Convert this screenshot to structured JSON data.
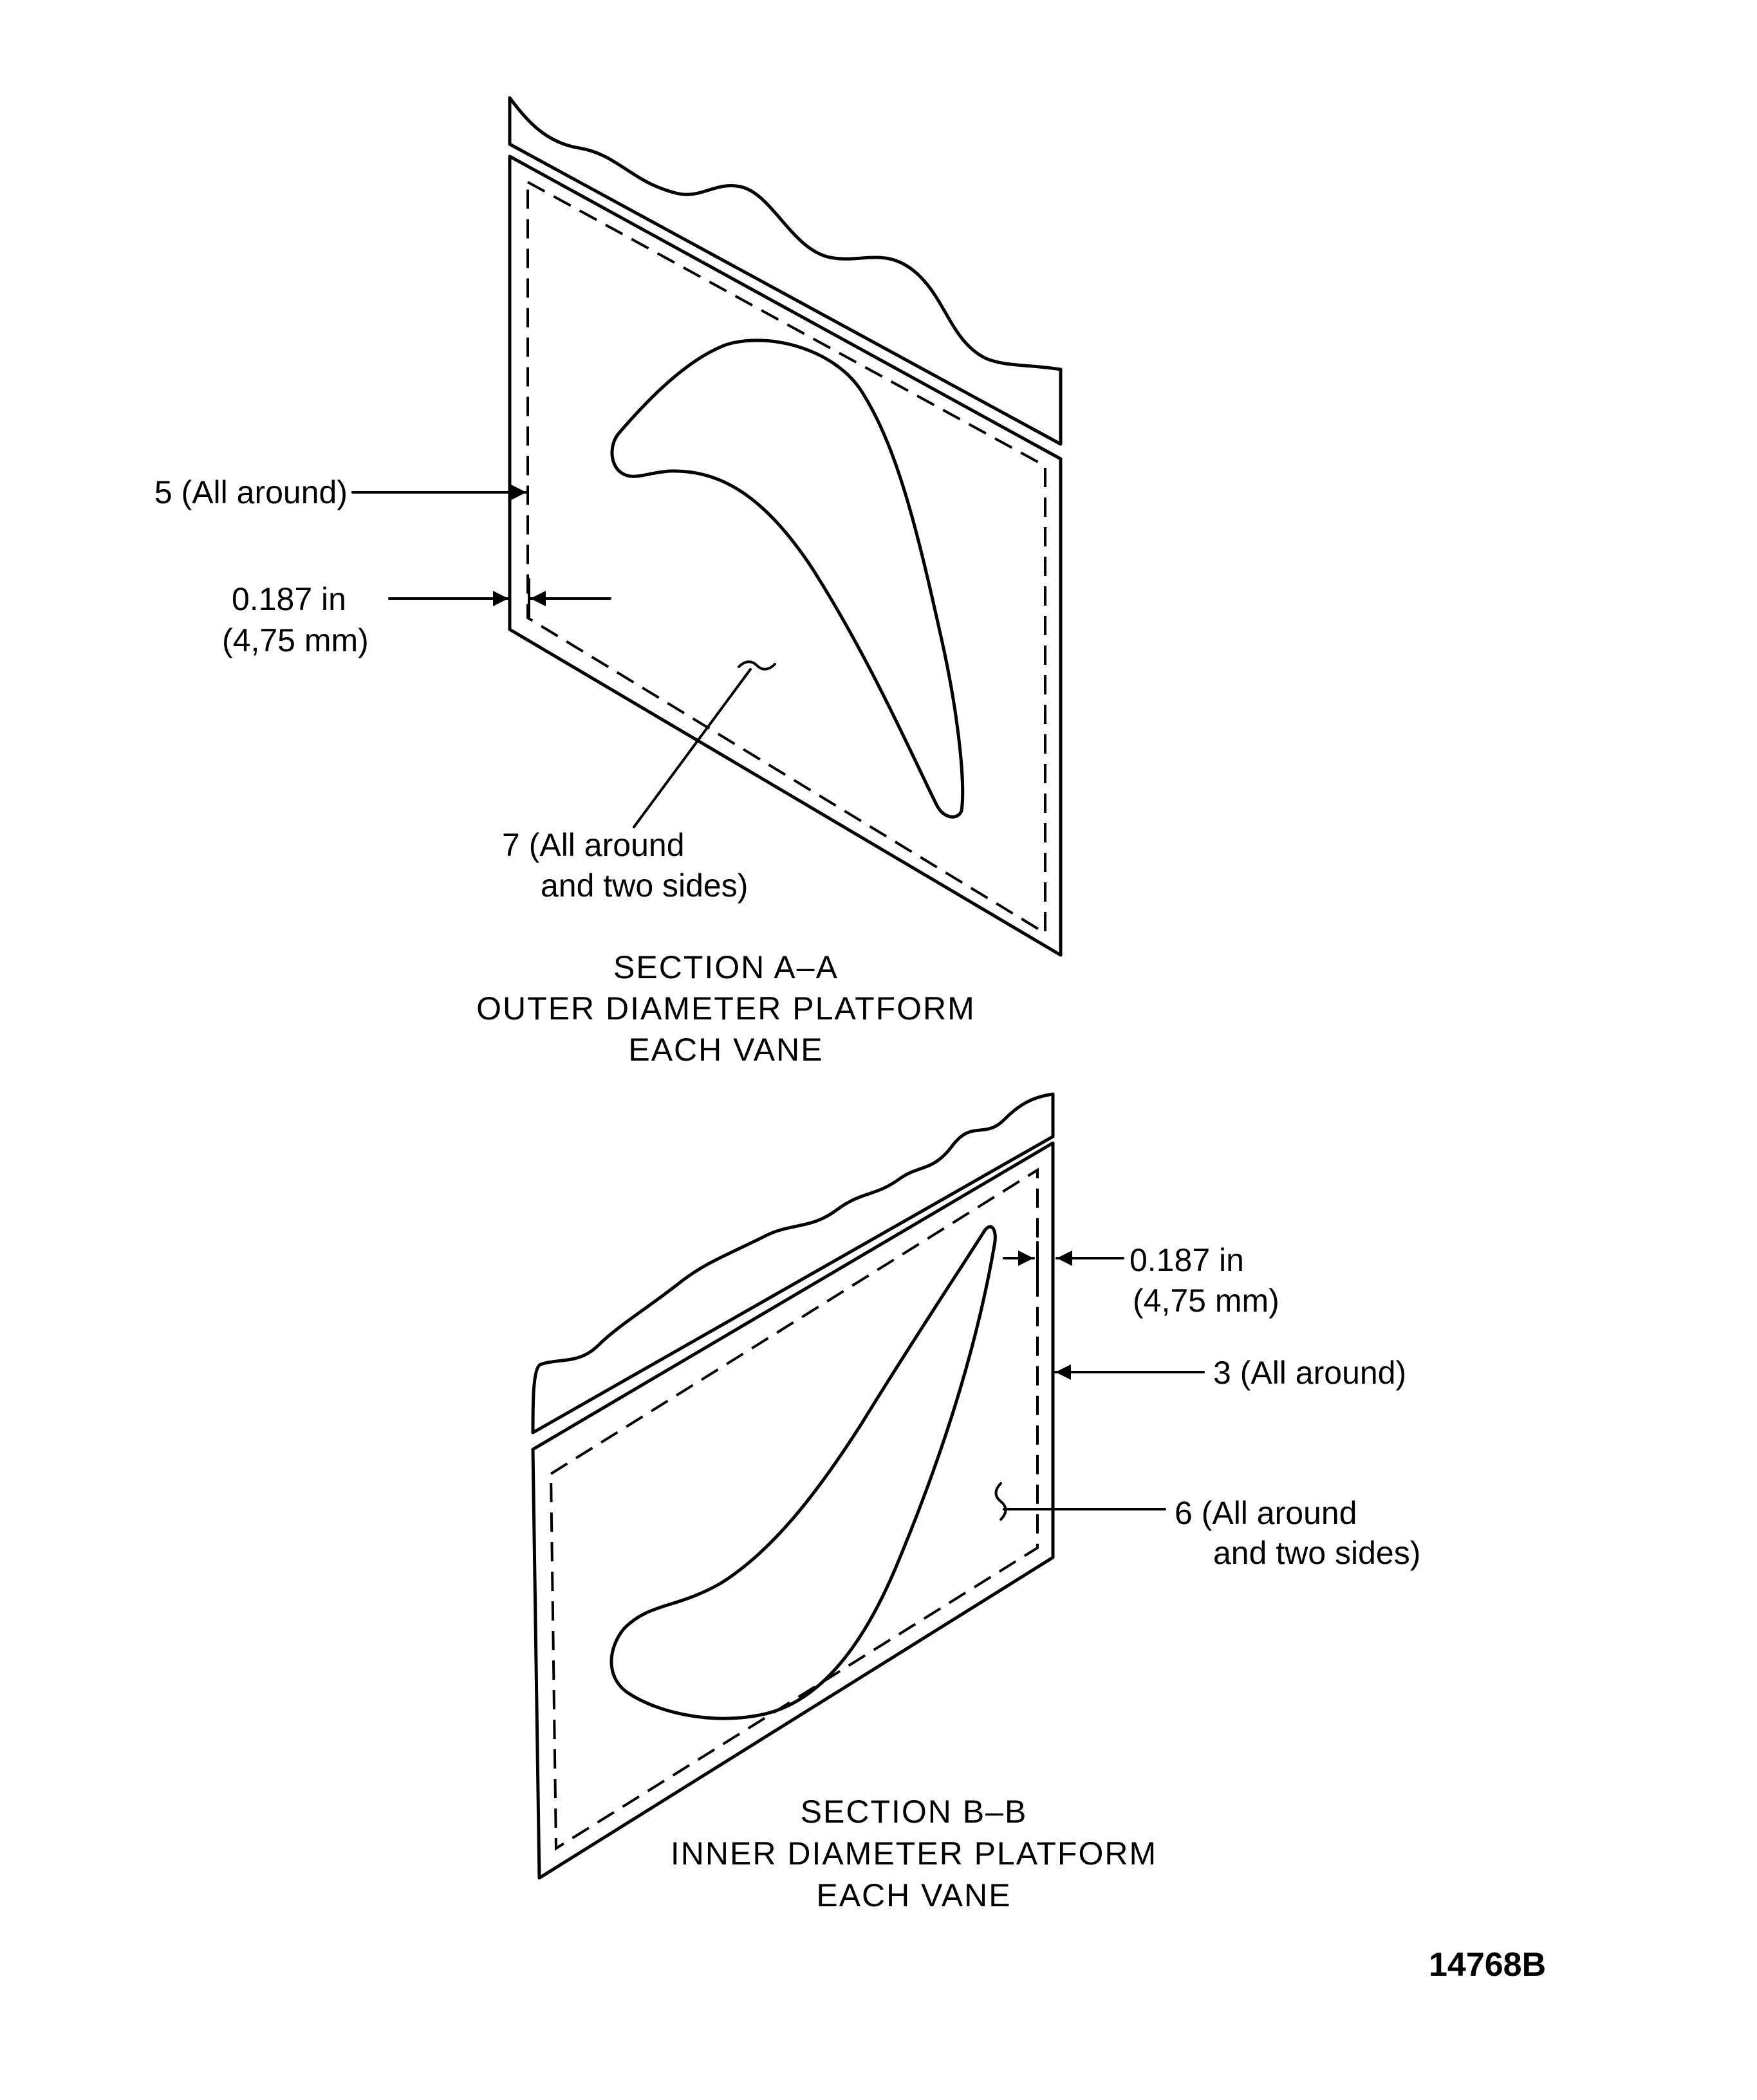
{
  "section_a": {
    "callout_weld_5": "5 (All around)",
    "dimension_in": "0.187 in",
    "dimension_mm": "(4,75 mm)",
    "callout_weld_7_line1": "7 (All around",
    "callout_weld_7_line2": "and two sides)",
    "caption_line1": "SECTION A–A",
    "caption_line2": "OUTER DIAMETER PLATFORM",
    "caption_line3": "EACH VANE"
  },
  "section_b": {
    "dimension_in": "0.187 in",
    "dimension_mm": "(4,75 mm)",
    "callout_weld_3": "3 (All around)",
    "callout_weld_6_line1": "6 (All around",
    "callout_weld_6_line2": "and two sides)",
    "caption_line1": "SECTION B–B",
    "caption_line2": "INNER DIAMETER PLATFORM",
    "caption_line3": "EACH VANE"
  },
  "figure_number": "14768B"
}
